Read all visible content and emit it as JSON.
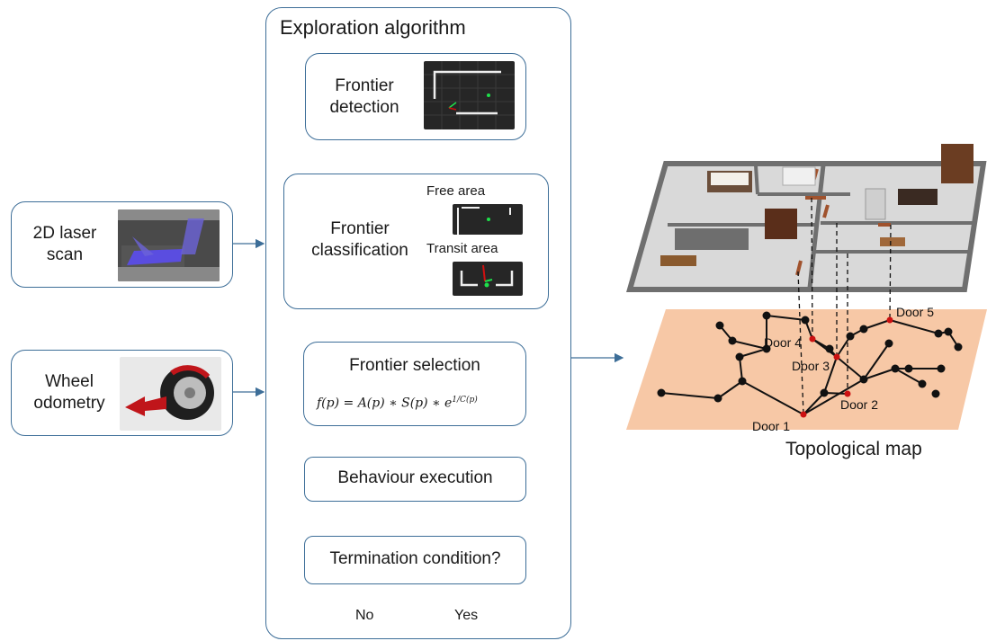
{
  "outer": {
    "title": "Exploration algorithm"
  },
  "inputs": {
    "laser": {
      "label_line1": "2D laser",
      "label_line2": "scan"
    },
    "odometry": {
      "label_line1": "Wheel",
      "label_line2": "odometry"
    }
  },
  "steps": {
    "detection": {
      "line1": "Frontier",
      "line2": "detection"
    },
    "classification": {
      "line1": "Frontier",
      "line2": "classification",
      "free_area": "Free area",
      "transit_area": "Transit area"
    },
    "selection": {
      "label": "Frontier selection",
      "formula": "f(p) = A(p) ∗ S(p) ∗ e",
      "formula_exp": "1/C(p)"
    },
    "behaviour": {
      "label": "Behaviour execution"
    },
    "termination": {
      "label": "Termination condition?"
    }
  },
  "branches": {
    "no": "No",
    "yes": "Yes"
  },
  "map": {
    "title": "Topological map",
    "doors": [
      "Door 1",
      "Door 2",
      "Door 3",
      "Door 4",
      "Door 5"
    ],
    "colors": {
      "map_fill": "#f7c8a6",
      "floor": "#d9d9d9",
      "walls": "#6f6f6f",
      "door_node": "#cc1111",
      "node": "#111111",
      "flow": "#3d6e98"
    }
  }
}
